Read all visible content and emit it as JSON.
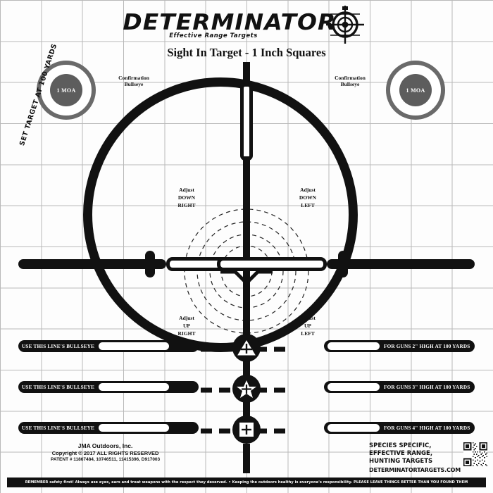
{
  "brand": {
    "name": "DETERMINATOR",
    "tagline": "Effective Range Targets",
    "subtitle": "Sight In Target  -  1 Inch Squares",
    "logo_icon": "crosshair-scope-icon"
  },
  "confirmation_bullseyes": [
    {
      "label": "Confirmation\nBullseye",
      "label_line1": "Confirmation",
      "label_line2": "Bullseye",
      "value": "1 MOA"
    },
    {
      "label_line1": "Confirmation",
      "label_line2": "Bullseye",
      "value": "1 MOA"
    }
  ],
  "instructions": {
    "set_target": "SET TARGET AT 100 YARDS"
  },
  "adjust_labels": [
    {
      "line1": "Adjust",
      "line2": "DOWN",
      "line3": "RIGHT"
    },
    {
      "line1": "Adjust",
      "line2": "DOWN",
      "line3": "LEFT"
    },
    {
      "line1": "Adjust",
      "line2": "UP",
      "line3": "RIGHT"
    },
    {
      "line1": "Adjust",
      "line2": "UP",
      "line3": "LEFT"
    }
  ],
  "rows": [
    {
      "left_label": "USE THIS LINE'S BULLSEYE",
      "right_label": "FOR GUNS 2\" HIGH AT 100 YARDS",
      "icon": "triangle-cross-icon"
    },
    {
      "left_label": "USE THIS LINE'S BULLSEYE",
      "right_label": "FOR GUNS 3\" HIGH AT 100 YARDS",
      "icon": "star-cross-icon"
    },
    {
      "left_label": "USE THIS LINE'S BULLSEYE",
      "right_label": "FOR GUNS 4\" HIGH AT 100 YARDS",
      "icon": "square-cross-icon"
    }
  ],
  "footer": {
    "company": "JMA Outdoors, Inc.",
    "copyright": "Copyright © 2017 ALL RIGHTS RESERVED",
    "patent": "PATENT # 11867484, 10746511, 11415396, D917003",
    "promo_line1": "SPECIES SPECIFIC,",
    "promo_line2": "EFFECTIVE RANGE,",
    "promo_line3": "HUNTING TARGETS",
    "website": "DETERMINATORTARGETS.COM",
    "qr_icon": "qr-code-icon"
  },
  "safety_bar": {
    "text": "REMEMBER safety first! Always use eyes, ears and treat weapons with the respect they deserved.   •   Keeping the outdoors healthy is everyone's responsibility. PLEASE LEAVE THINGS BETTER THAN YOU FOUND THEM"
  },
  "colors": {
    "ink": "#111111",
    "grid": "#b9b9b9",
    "bullseye_ring": "#6a6a6a",
    "bullseye_fill": "#5d5d5d",
    "paper": "#ffffff"
  }
}
